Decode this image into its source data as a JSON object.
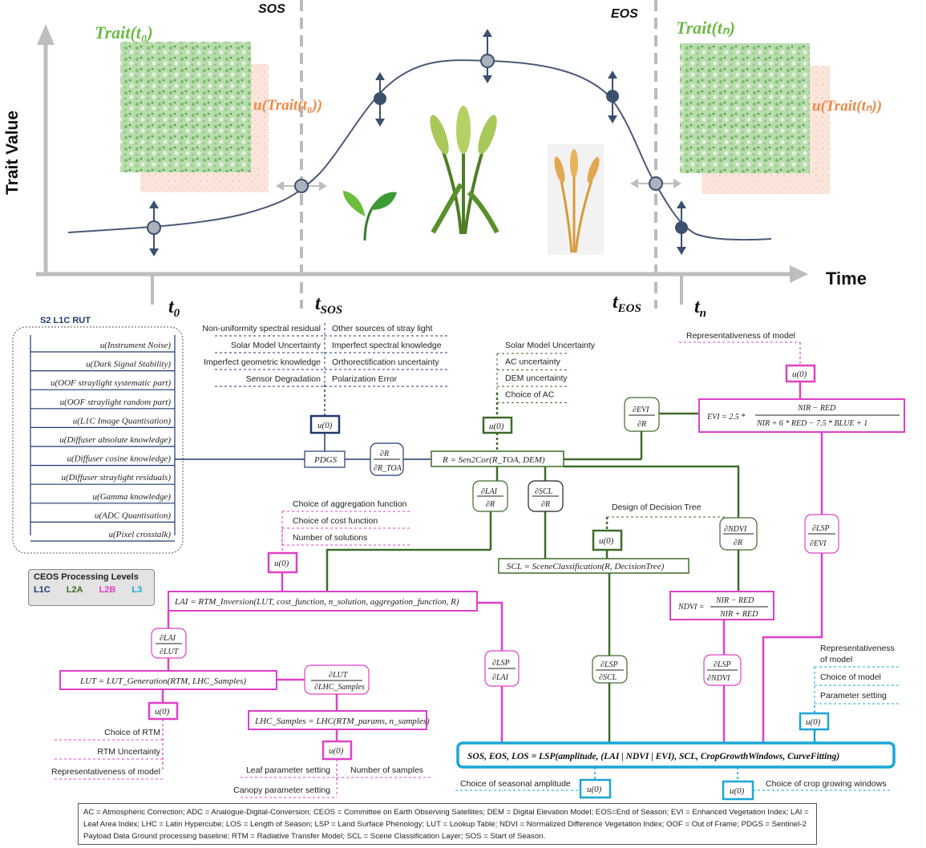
{
  "top_chart": {
    "y_axis_label": "Trait Value",
    "x_axis_label": "Time",
    "sos_label": "SOS",
    "eos_label": "EOS",
    "t0_main": "t",
    "t0_sub": "0",
    "tsos_main": "t",
    "tsos_sub": "SOS",
    "teos_main": "t",
    "teos_sub": "EOS",
    "tn_main": "t",
    "tn_sub": "n",
    "trait_t0": "Trait(t₀)",
    "u_trait_t0": "u(Trait(t₀))",
    "trait_tn": "Trait(tₙ)",
    "u_trait_tn": "u(Trait(tₙ))"
  },
  "rut_box": {
    "title": "S2 L1C RUT",
    "items": [
      "u(Instrument Noise)",
      "u(Dark Signal Stability)",
      "u(OOF straylight systematic part)",
      "u(OOF straylight random part)",
      "u(L1C Image Quantisation)",
      "u(Diffuser absolute knowledge)",
      "u(Diffuser cosine knowledge)",
      "u(Diffuser straylight residuals)",
      "u(Gamma knowledge)",
      "u(ADC Quantisation)",
      "u(Pixel crosstalk)"
    ]
  },
  "l1c_sources": {
    "left": [
      "Non-uniformity spectral residual",
      "Solar Model Uncertainty",
      "Imperfect geometric knowledge",
      "Sensor Degradation"
    ],
    "right": [
      "Other sources of stray light",
      "Imperfect spectral knowledge",
      "Orthorectification uncertainty",
      "Polarization Error"
    ]
  },
  "l2a_sources": [
    "Solar Model Uncertainty",
    "AC uncertainty",
    "DEM uncertainty",
    "Choice of AC"
  ],
  "u0": "u(0)",
  "pdgs": "PDGS",
  "dR_num": "∂R",
  "dR_den": "∂R_TOA",
  "sen2cor": "R = Sen2Cor(R_TOA, DEM)",
  "evi_repr": "Representativeness of model",
  "dEVI_num": "∂EVI",
  "dEVI_den": "∂R",
  "evi_eq_lhs": "EVI = 2.5 *",
  "evi_eq_num": "NIR − RED",
  "evi_eq_den": "NIR + 6 * RED − 7.5 * BLUE + 1",
  "dLAI_dR_num": "∂LAI",
  "dLAI_dR_den": "∂R",
  "dSCL_dR_num": "∂SCL",
  "dSCL_dR_den": "∂R",
  "dNDVI_dR_num": "∂NDVI",
  "dNDVI_dR_den": "∂R",
  "dLSP_dEVI_num": "∂LSP",
  "dLSP_dEVI_den": "∂EVI",
  "rtm_sources": [
    "Choice of aggregation function",
    "Choice of cost function",
    "Number of solutions"
  ],
  "scl_source": "Design of Decision Tree",
  "scl_eq": "SCL = SceneClassification(R, DecisionTree)",
  "lai_eq": "LAI = RTM_Inversion(LUT, cost_function, n_solution, aggregation_function, R)",
  "ndvi_eq_lhs": "NDVI =",
  "ndvi_eq_num": "NIR − RED",
  "ndvi_eq_den": "NIR + RED",
  "dLAI_dLUT_num": "∂LAI",
  "dLAI_dLUT_den": "∂LUT",
  "lut_eq": "LUT = LUT_Generation(RTM, LHC_Samples)",
  "dLUT_num": "∂LUT",
  "dLUT_den": "∂LHC_Samples",
  "lhc_eq": "LHC_Samples = LHC(RTM_params, n_samples)",
  "lut_sources": [
    "Choice of RTM",
    "RTM Uncertainty",
    "Representativeness of model"
  ],
  "lhc_sources": [
    "Leaf parameter setting",
    "Number of samples",
    "Canopy parameter setting"
  ],
  "dLSP_dLAI_num": "∂LSP",
  "dLSP_dLAI_den": "∂LAI",
  "dLSP_dSCL_num": "∂LSP",
  "dLSP_dSCL_den": "∂SCL",
  "dLSP_dNDVI_num": "∂LSP",
  "dLSP_dNDVI_den": "∂NDVI",
  "lsp_sources": [
    "Representativeness",
    "of model",
    "Choice of model",
    "Parameter setting"
  ],
  "lsp_eq": "SOS, EOS, LOS = LSP(amplitude, (LAI | NDVI | EVI), SCL, CropGrowthWindows, CurveFitting)",
  "amp_source": "Choice of seasonal amplitude",
  "win_source": "Choice of crop growing windows",
  "ceos": {
    "title": "CEOS Processing Levels",
    "levels": [
      {
        "label": "L1C",
        "color": "#1f3a6e"
      },
      {
        "label": "L2A",
        "color": "#3d6b2a"
      },
      {
        "label": "L2B",
        "color": "#e040c8"
      },
      {
        "label": "L3",
        "color": "#1aa6d8"
      }
    ]
  },
  "footnote": "AC = Atmospheric Correction; ADC = Analogue-Digital-Conversion; CEOS = Committee on Earth Observing Satellites; DEM = Digital Elevation Model; EOS=End of Season; EVI = Enhanced Vegetation Index; LAI = Leaf Area Index; LHC = Latin Hypercube; LOS = Length of Season; LSP = Land Surface Phenology; LUT = Lookup Table; NDVI = Normalized Difference Vegetation Index; OOF = Out of Frame; PDGS = Sentinel-2 Payload Data Ground processing baseline; RTM = Radiative Transfer Model; SCL = Scene Classification Layer; SOS = Start of Season.",
  "colors": {
    "l1c": "#1f3a6e",
    "l2a": "#3d6b2a",
    "l2b": "#e040c8",
    "l3": "#1aa6d8",
    "curve": "#4a5a78",
    "axis": "#bdbdbd",
    "trait_green": "#6fba4a",
    "trait_orange": "#ee8a44"
  }
}
